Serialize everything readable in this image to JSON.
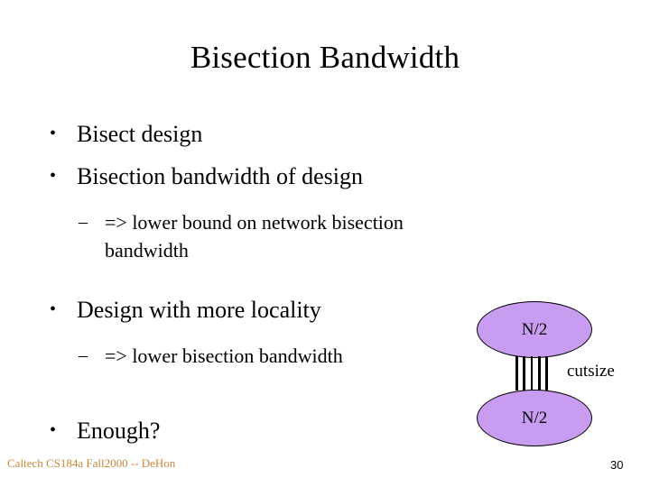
{
  "slide": {
    "title": "Bisection Bandwidth",
    "background_color": "#ffffff",
    "text_color": "#000000"
  },
  "body": {
    "bullets": [
      {
        "level": 1,
        "marker": "•",
        "text": "Bisect design"
      },
      {
        "level": 1,
        "marker": "•",
        "text": "Bisection bandwidth of design"
      },
      {
        "level": 2,
        "marker": "–",
        "text": "=> lower bound on network bisection bandwidth"
      },
      {
        "level": 1,
        "marker": "•",
        "text": "Design with more locality"
      },
      {
        "level": 2,
        "marker": "–",
        "text": "=> lower bisection bandwidth"
      },
      {
        "level": 1,
        "marker": "•",
        "text": "Enough?"
      }
    ]
  },
  "diagram": {
    "node_top_label": "N/2",
    "node_bottom_label": "N/2",
    "cut_label": "cutsize",
    "cut_line_count": 5,
    "node_fill_color": "#c89cf0",
    "node_stroke_color": "#000000"
  },
  "footer": {
    "credit": "Caltech CS184a Fall2000 -- DeHon",
    "credit_color": "#c8873c",
    "page_number": "30"
  }
}
